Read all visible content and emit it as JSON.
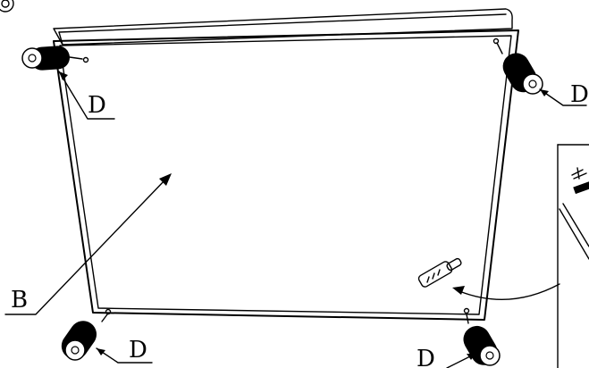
{
  "labels": {
    "panel": "B",
    "foot_top_left": "D",
    "foot_top_right": "D",
    "foot_bottom_left": "D",
    "foot_bottom_right": "D"
  },
  "colors": {
    "line": "#000000",
    "background": "#ffffff"
  }
}
